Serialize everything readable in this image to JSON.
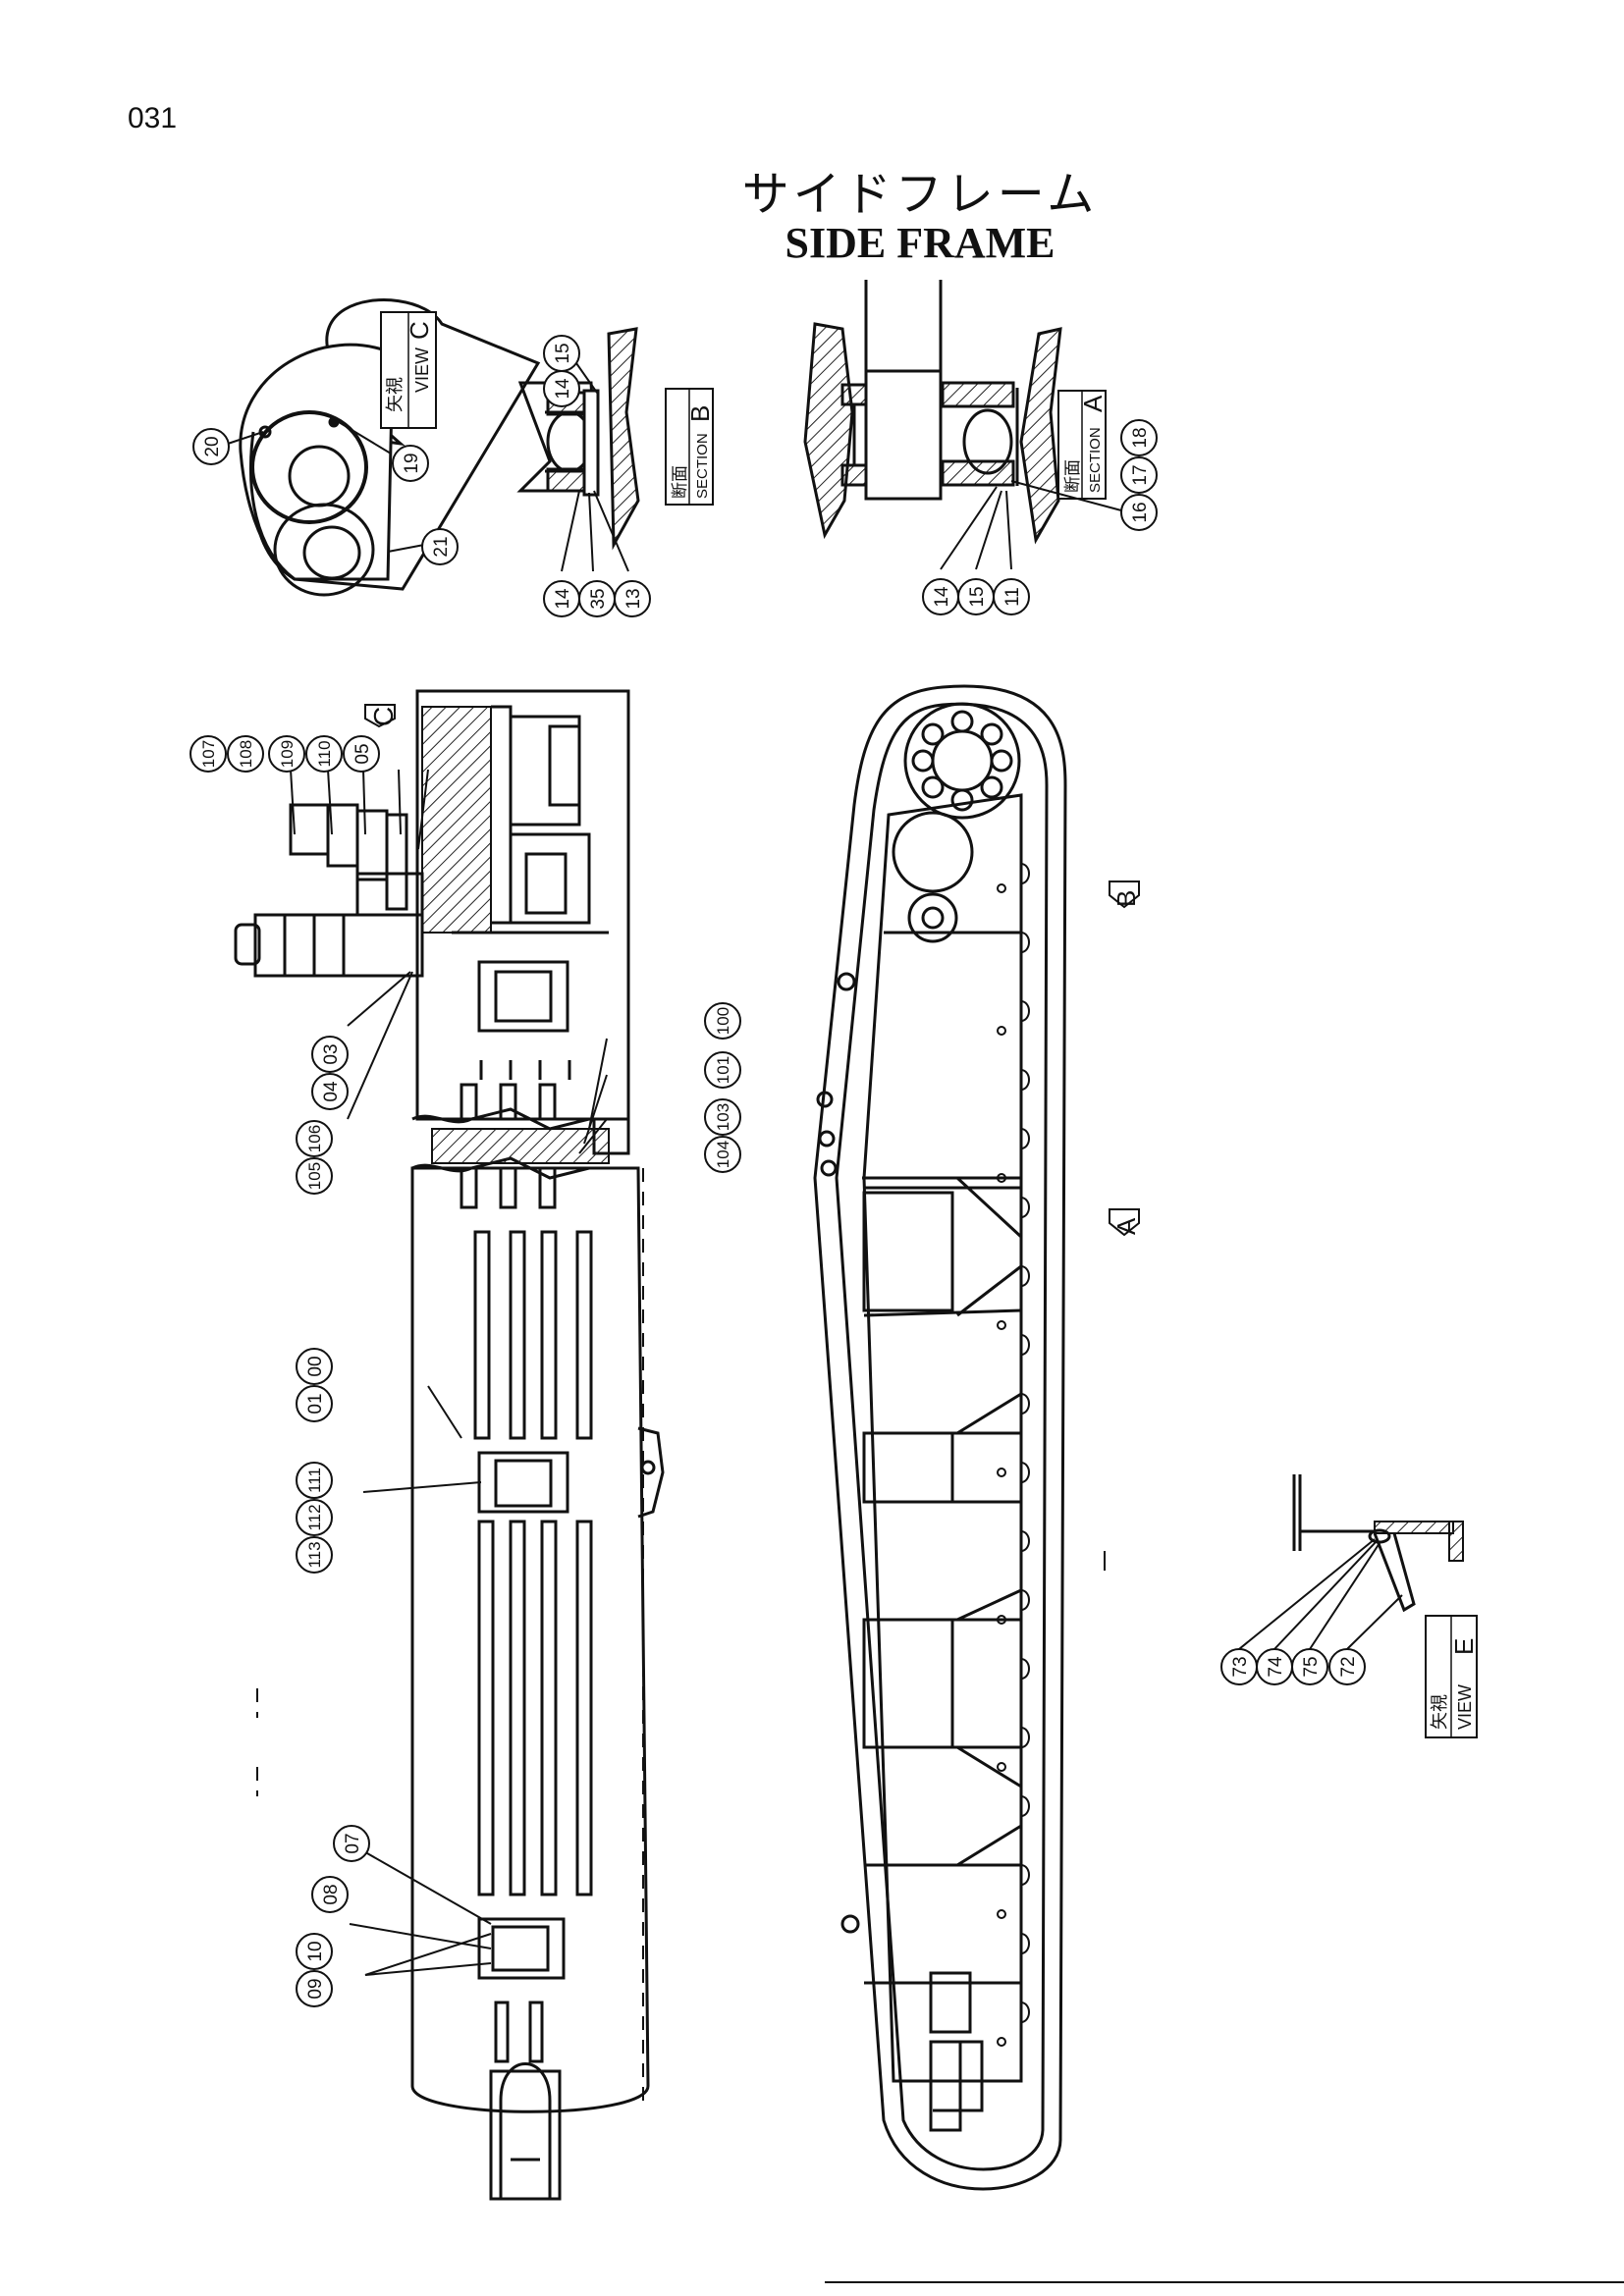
{
  "page": {
    "number": "031"
  },
  "title": {
    "jp": "サイドフレーム",
    "en": "SIDE FRAME"
  },
  "views": {
    "view_c": {
      "jp": "矢視",
      "en": "VIEW",
      "letter": "C"
    },
    "section_b": {
      "jp": "断面",
      "en": "SECTION",
      "letter": "B"
    },
    "section_a": {
      "jp": "断面",
      "en": "SECTION",
      "letter": "A"
    },
    "view_e": {
      "jp": "矢視",
      "en": "VIEW",
      "letter": "E"
    }
  },
  "arrows": {
    "c": "C",
    "b": "B",
    "a": "A"
  },
  "callouts": {
    "view_c": [
      "20",
      "19",
      "21"
    ],
    "section_b": [
      "14",
      "15",
      "14",
      "35",
      "13"
    ],
    "section_a": [
      "16",
      "17",
      "18",
      "14",
      "15",
      "11"
    ],
    "frame": [
      "107",
      "108",
      "109",
      "110",
      "05",
      "04",
      "03",
      "105",
      "106",
      "100",
      "101",
      "104",
      "103",
      "01",
      "00",
      "113",
      "112",
      "111",
      "09",
      "10",
      "08",
      "07"
    ],
    "view_e": [
      "73",
      "74",
      "75",
      "72"
    ]
  }
}
